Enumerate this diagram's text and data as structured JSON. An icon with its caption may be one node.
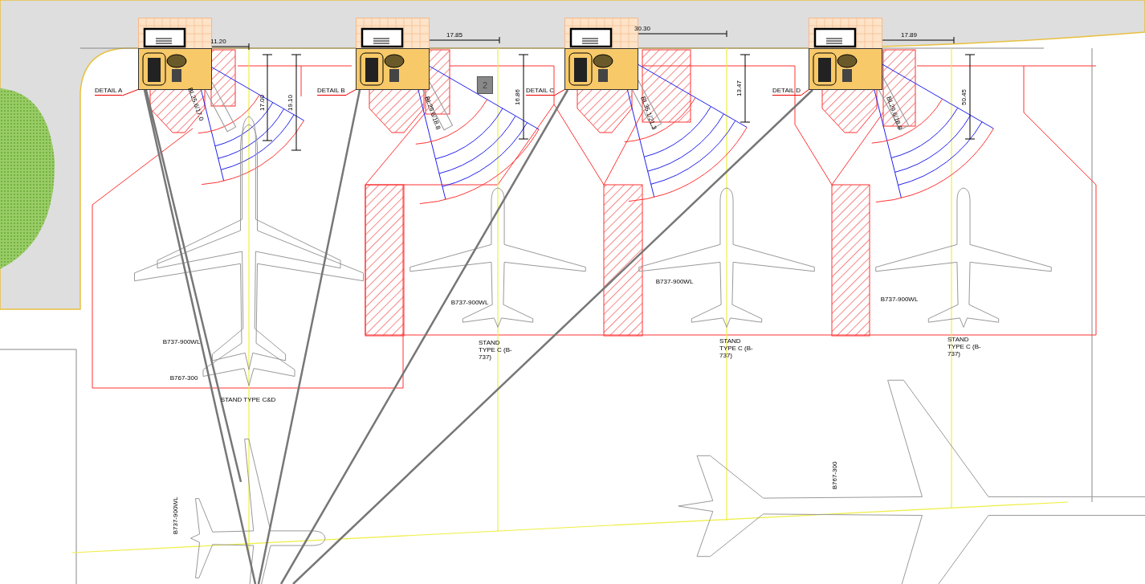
{
  "diagram": {
    "nodes": [
      {
        "text": [],
        "shape": "box"
      },
      {
        "text": [
          "DETAIL A"
        ]
      },
      {
        "text": [],
        "shape": "box"
      },
      {
        "text": [
          "DETAIL B"
        ]
      },
      {
        "text": [],
        "shape": "box"
      },
      {
        "text": [
          "DETAIL C"
        ]
      },
      {
        "text": [],
        "shape": "box"
      },
      {
        "text": [
          "DETAIL D"
        ]
      }
    ],
    "edges": [
      {
        "from": 1,
        "to": 0,
        "arrow": "none"
      },
      {
        "from": 3,
        "to": 2,
        "arrow": "none"
      },
      {
        "from": 5,
        "to": 4,
        "arrow": "none"
      },
      {
        "from": 7,
        "to": 6,
        "arrow": "none"
      }
    ],
    "labels": [
      "11.20",
      "17.85",
      "30.30",
      "17.89",
      "17.00",
      "19.10",
      "BL25.6/17.0",
      "16.86",
      "BL29.6/18.8",
      "2",
      "13.47",
      "BL35.1/21.3",
      "50.45",
      "BL29.6/18.8",
      "B737-900WL",
      "B737-900WL",
      "B737-900WL",
      "B737-900WL",
      "STAND TYPE C (B-737)",
      "STAND TYPE C (B-737)",
      "STAND TYPE C (B-737)",
      "B767-300",
      "STAND TYPE C&D",
      "B767-300",
      "B737-900WL"
    ]
  }
}
